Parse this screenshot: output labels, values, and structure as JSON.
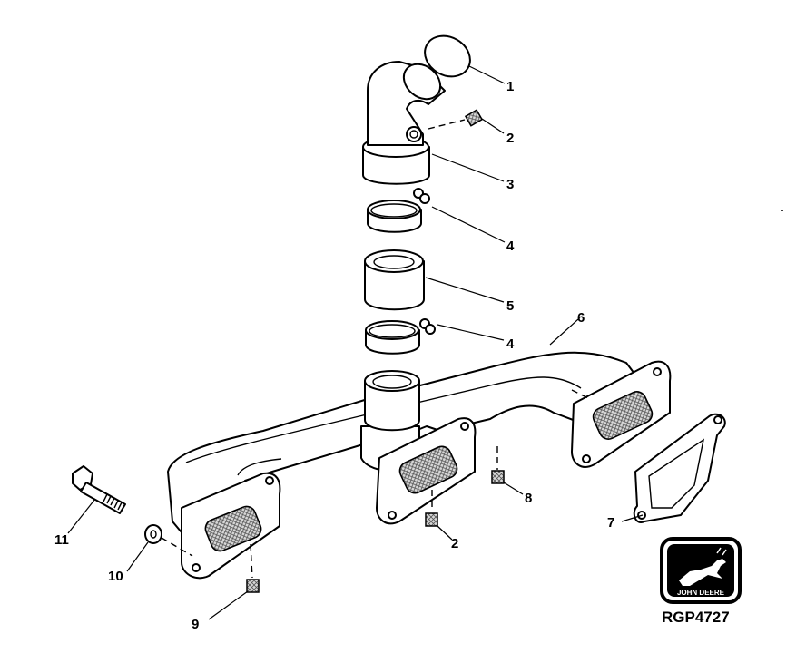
{
  "callouts": [
    "1",
    "2",
    "3",
    "4",
    "5",
    "4",
    "6",
    "7",
    "8",
    "2",
    "9",
    "10",
    "11"
  ],
  "logo": {
    "brand": "JOHN DEERE"
  },
  "reference_code": "RGP4727",
  "colors": {
    "line": "#000000",
    "background": "#ffffff",
    "mesh": "#9a9a9a"
  }
}
